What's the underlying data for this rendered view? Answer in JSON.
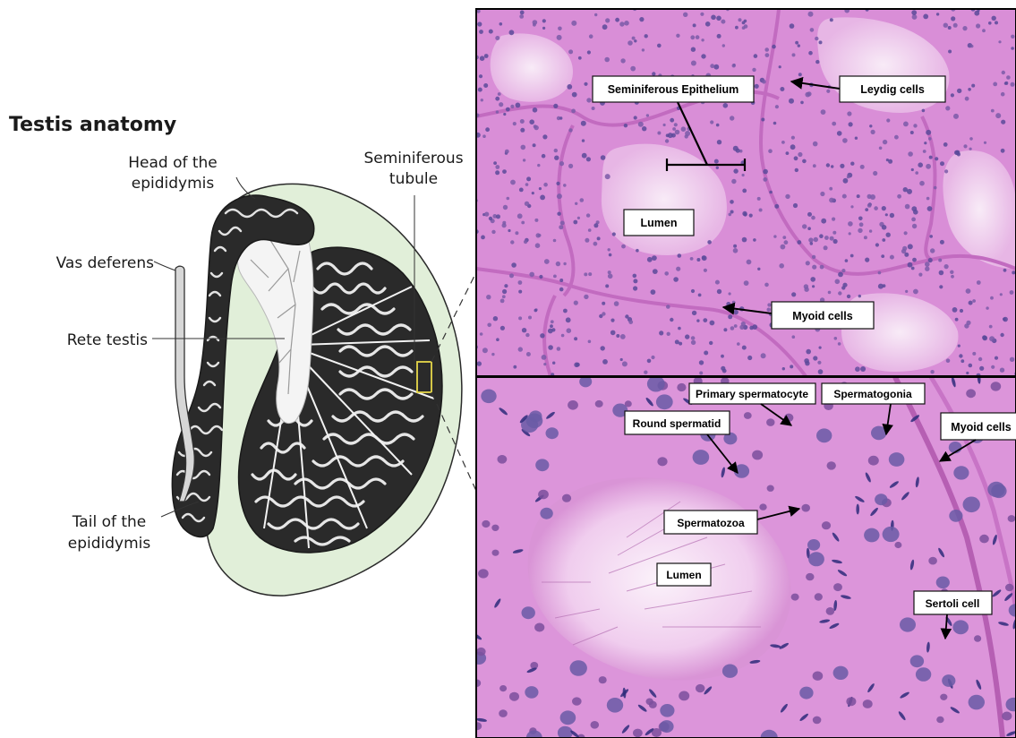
{
  "anatomy": {
    "title": "Testis anatomy",
    "labels": {
      "head_line1": "Head of the",
      "head_line2": "epididymis",
      "vas_deferens": "Vas deferens",
      "rete_testis": "Rete testis",
      "seminiferous_line1": "Seminiferous",
      "seminiferous_line2": "tubule",
      "tail_line1": "Tail of the",
      "tail_line2": "epididymis"
    },
    "colors": {
      "tunica": "#e1efd9",
      "tubules": "#2a2a2a",
      "highlight": "#e6d84a"
    }
  },
  "micrograph_low": {
    "labels": {
      "seminiferous_epithelium": "Seminiferous Epithelium",
      "leydig_cells": "Leydig cells",
      "lumen": "Lumen",
      "myoid_cells": "Myoid cells"
    }
  },
  "micrograph_high": {
    "labels": {
      "primary_spermatocyte": "Primary spermatocyte",
      "spermatogonia": "Spermatogonia",
      "myoid_cells": "Myoid cells",
      "round_spermatid": "Round spermatid",
      "spermatozoa": "Spermatozoa",
      "lumen": "Lumen",
      "sertoli_cell": "Sertoli cell"
    }
  },
  "colors": {
    "stain_background": "#d98ed7",
    "stain_lumen": "#f3dcf2",
    "nucleus": "#4a3f8f"
  }
}
